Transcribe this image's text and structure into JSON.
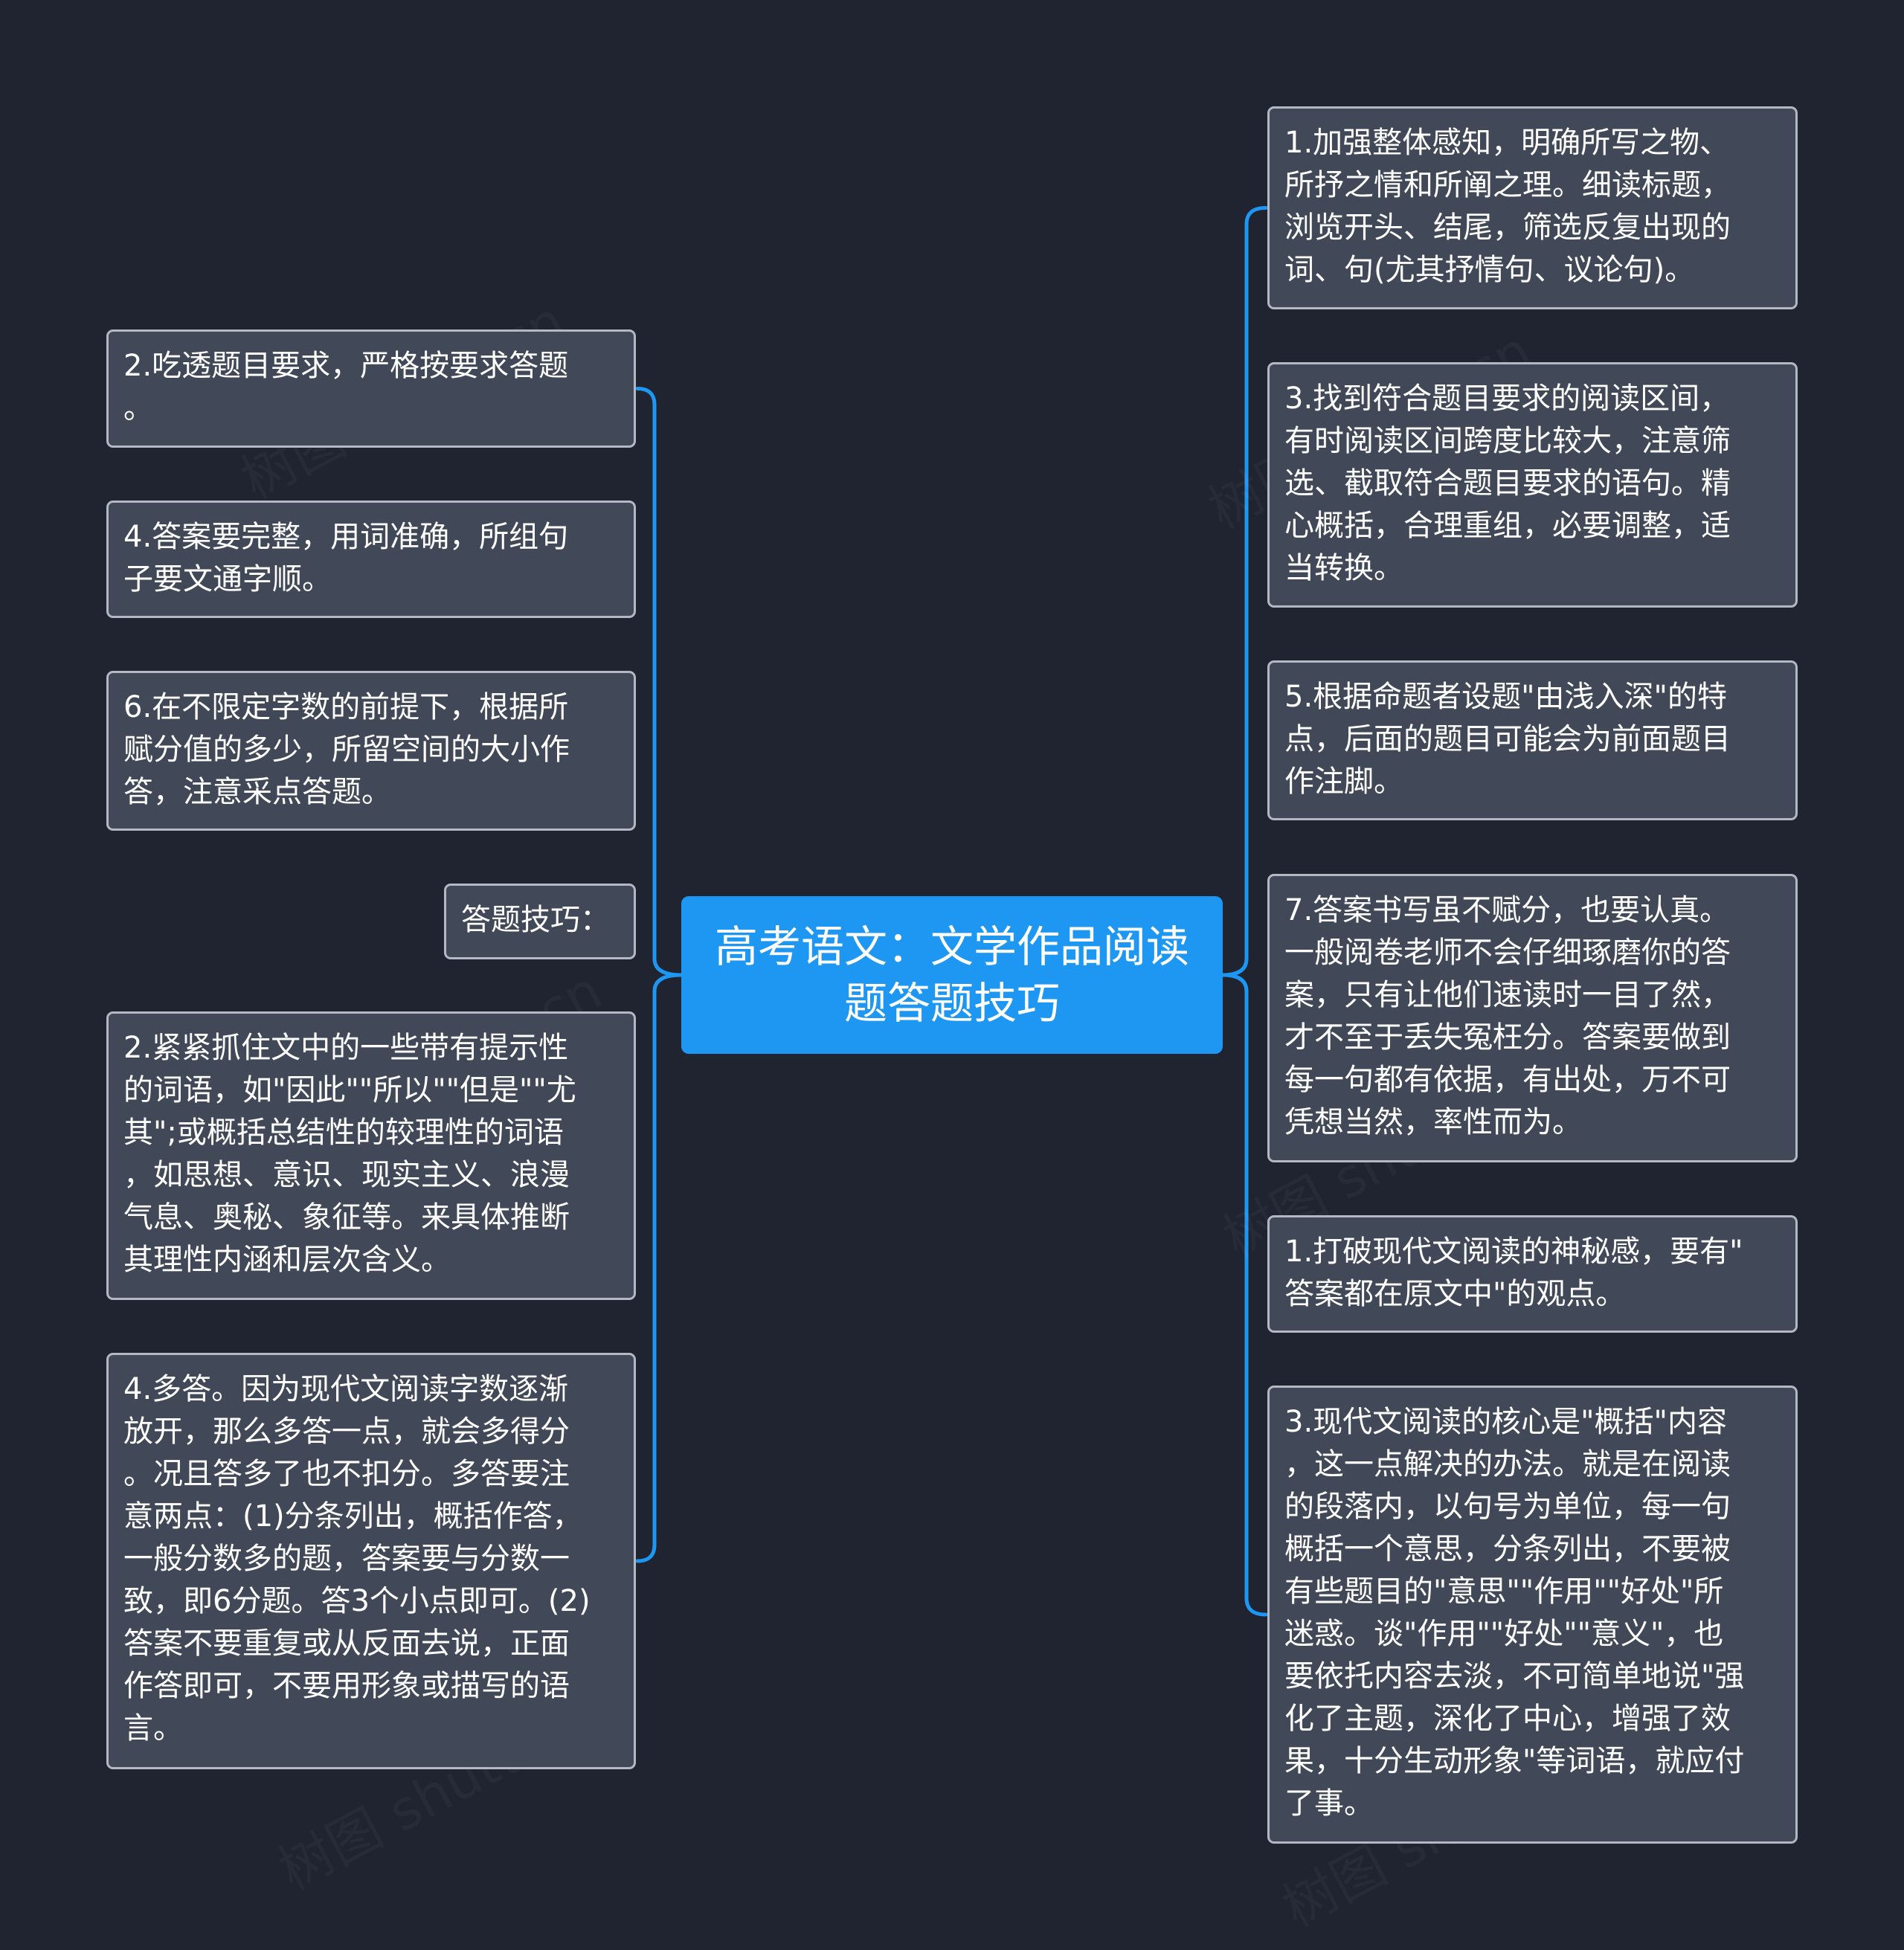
{
  "root": {
    "title": "高考语文：文学作品阅读\n题答题技巧"
  },
  "left_nodes": [
    {
      "text": "2.吃透题目要求，严格按要求答题\n。"
    },
    {
      "text": "4.答案要完整，用词准确，所组句\n子要文通字顺。"
    },
    {
      "text": "6.在不限定字数的前提下，根据所\n赋分值的多少，所留空间的大小作\n答，注意采点答题。"
    },
    {
      "text": "答题技巧："
    },
    {
      "text": "2.紧紧抓住文中的一些带有提示性\n的词语，如\"因此\"\"所以\"\"但是\"\"尤\n其\";或概括总结性的较理性的词语\n，如思想、意识、现实主义、浪漫\n气息、奥秘、象征等。来具体推断\n其理性内涵和层次含义。"
    },
    {
      "text": "4.多答。因为现代文阅读字数逐渐\n放开，那么多答一点，就会多得分\n。况且答多了也不扣分。多答要注\n意两点：(1)分条列出，概括作答，\n一般分数多的题，答案要与分数一\n致，即6分题。答3个小点即可。(2)\n答案不要重复或从反面去说，正面\n作答即可，不要用形象或描写的语\n言。"
    }
  ],
  "right_nodes": [
    {
      "text": "1.加强整体感知，明确所写之物、\n所抒之情和所阐之理。细读标题，\n浏览开头、结尾，筛选反复出现的\n词、句(尤其抒情句、议论句)。"
    },
    {
      "text": "3.找到符合题目要求的阅读区间，\n有时阅读区间跨度比较大，注意筛\n选、截取符合题目要求的语句。精\n心概括，合理重组，必要调整，适\n当转换。"
    },
    {
      "text": "5.根据命题者设题\"由浅入深\"的特\n点，后面的题目可能会为前面题目\n作注脚。"
    },
    {
      "text": "7.答案书写虽不赋分，也要认真。\n一般阅卷老师不会仔细琢磨你的答\n案，只有让他们速读时一目了然，\n才不至于丢失冤枉分。答案要做到\n每一句都有依据，有出处，万不可\n凭想当然，率性而为。"
    },
    {
      "text": "1.打破现代文阅读的神秘感，要有\"\n答案都在原文中\"的观点。"
    },
    {
      "text": "3.现代文阅读的核心是\"概括\"内容\n，这一点解决的办法。就是在阅读\n的段落内，以句号为单位，每一句\n概括一个意思，分条列出，不要被\n有些题目的\"意思\"\"作用\"\"好处\"所\n迷惑。谈\"作用\"\"好处\"\"意义\"，也\n要依托内容去淡，不可简单地说\"强\n化了主题，深化了中心，增强了效\n果，十分生动形象\"等词语，就应付\n了事。"
    }
  ],
  "colors": {
    "background": "#1f2430",
    "root_fill": "#1e97f3",
    "node_fill": "#414857",
    "node_border": "#b3b8c2",
    "connector": "#1e97f3"
  },
  "watermark_text": "树图 shutu.cn"
}
